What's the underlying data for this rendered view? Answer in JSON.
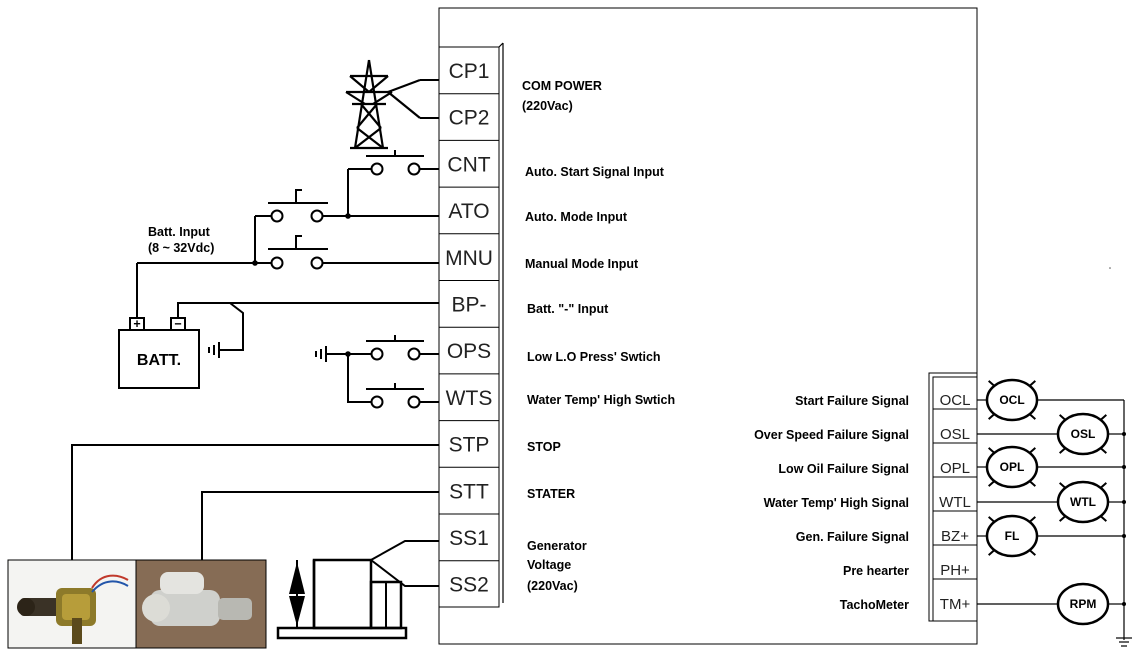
{
  "left_terminals": [
    {
      "code": "CP1"
    },
    {
      "code": "CP2"
    },
    {
      "code": "CNT"
    },
    {
      "code": "ATO"
    },
    {
      "code": "MNU"
    },
    {
      "code": "BP-"
    },
    {
      "code": "OPS"
    },
    {
      "code": "WTS"
    },
    {
      "code": "STP"
    },
    {
      "code": "STT"
    },
    {
      "code": "SS1"
    },
    {
      "code": "SS2"
    }
  ],
  "left_labels": {
    "com_power": "COM POWER",
    "com_power_volt": "(220Vac)",
    "cnt": "Auto. Start Signal Input",
    "ato": "Auto. Mode Input",
    "mnu": "Manual Mode Input",
    "bp": "Batt. \"-\" Input",
    "ops": "Low L.O Press' Swtich",
    "wts": "Water Temp' High Swtich",
    "stp": "STOP",
    "stt": "STATER",
    "gen_1": "Generator",
    "gen_2": "Voltage",
    "gen_3": "(220Vac)"
  },
  "battery": {
    "input_label": "Batt. Input",
    "input_range": "(8 ~ 32Vdc)",
    "name": "BATT.",
    "plus": "+",
    "minus": "−"
  },
  "right_terminals": [
    {
      "code": "OCL",
      "label": "Start Failure Signal"
    },
    {
      "code": "OSL",
      "label": "Over Speed Failure Signal"
    },
    {
      "code": "OPL",
      "label": "Low Oil Failure Signal"
    },
    {
      "code": "WTL",
      "label": "Water Temp' High Signal"
    },
    {
      "code": "BZ+",
      "label": "Gen. Failure Signal"
    },
    {
      "code": "PH+",
      "label": "Pre hearter"
    },
    {
      "code": "TM+",
      "label": "TachoMeter"
    }
  ],
  "indicators": {
    "ocl": "OCL",
    "osl": "OSL",
    "opl": "OPL",
    "wtl": "WTL",
    "fl": "FL",
    "rpm": "RPM"
  }
}
